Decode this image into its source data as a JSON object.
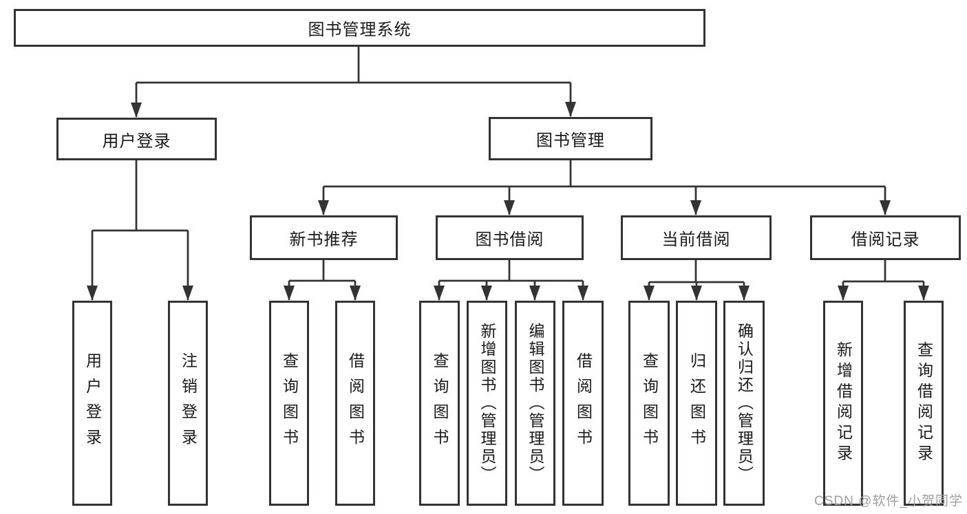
{
  "colors": {
    "line": "#333333",
    "box_border": "#333333",
    "text": "#1a1a1a",
    "watermark": "#9e9e9e",
    "background": "#ffffff"
  },
  "watermark": "CSDN @软件_小贺同学",
  "tree": {
    "root": {
      "label": "图书管理系统"
    },
    "branches": [
      {
        "label": "用户登录",
        "children": [
          {
            "label": "用户登录"
          },
          {
            "label": "注销登录"
          }
        ]
      },
      {
        "label": "图书管理",
        "children": [
          {
            "label": "新书推荐",
            "children": [
              {
                "label": "查询图书"
              },
              {
                "label": "借阅图书"
              }
            ]
          },
          {
            "label": "图书借阅",
            "children": [
              {
                "label": "查询图书"
              },
              {
                "label": "新增图书（管理员）"
              },
              {
                "label": "编辑图书（管理员）"
              },
              {
                "label": "借阅图书"
              }
            ]
          },
          {
            "label": "当前借阅",
            "children": [
              {
                "label": "查询图书"
              },
              {
                "label": "归还图书"
              },
              {
                "label": "确认归还（管理员）"
              }
            ]
          },
          {
            "label": "借阅记录",
            "children": [
              {
                "label": "新增借阅记录"
              },
              {
                "label": "查询借阅记录"
              }
            ]
          }
        ]
      }
    ]
  }
}
